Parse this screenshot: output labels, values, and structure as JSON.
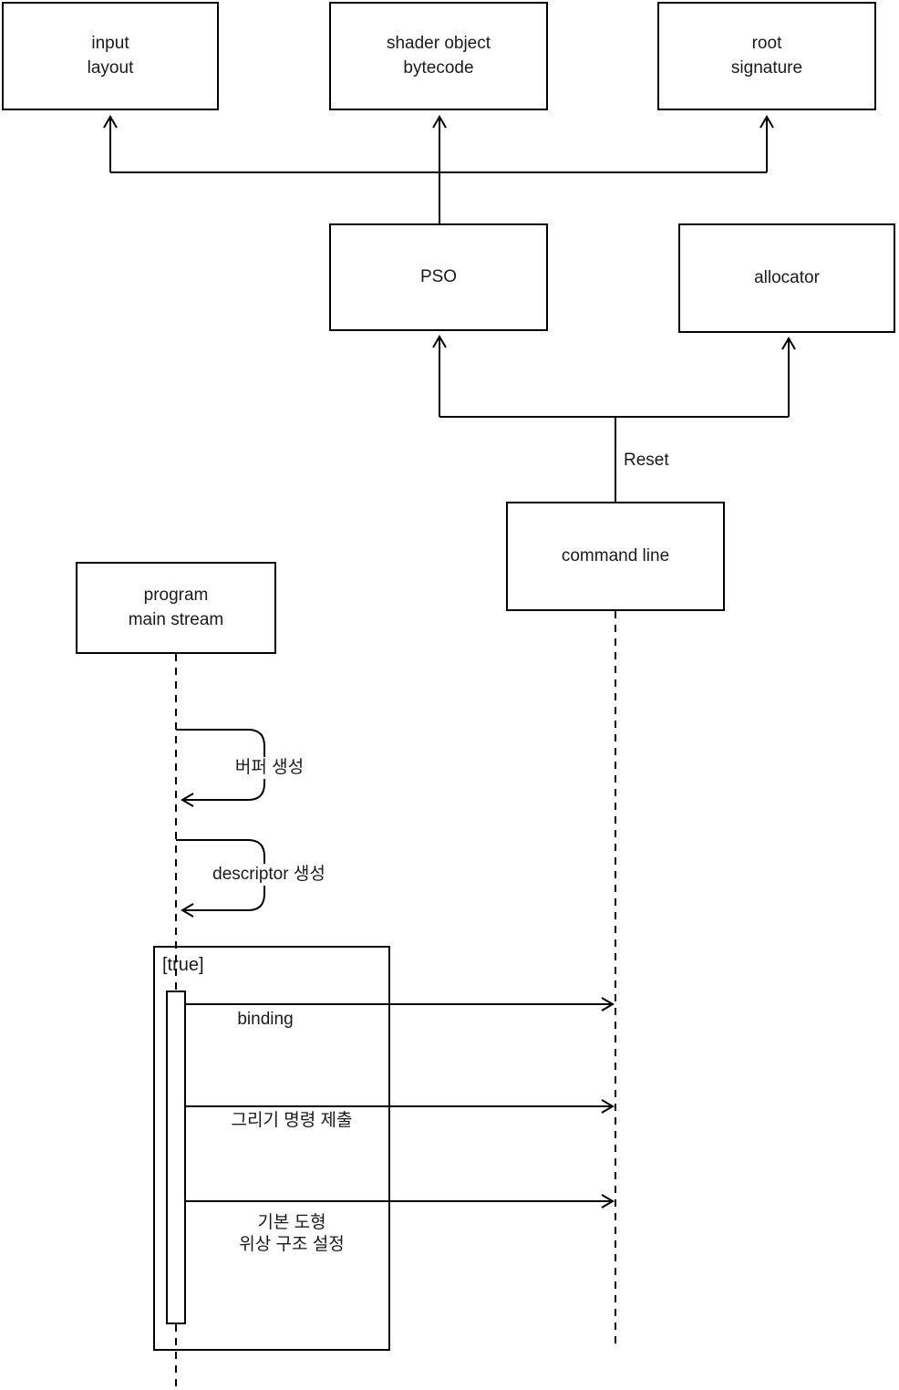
{
  "diagram": {
    "title_hint": "DirectX command list initialization / render loop diagram",
    "boxes": {
      "input_layout": {
        "label": "input\nlayout"
      },
      "shader_bytecode": {
        "label": "shader object\nbytecode"
      },
      "root_signature": {
        "label": "root\nsignature"
      },
      "pso": {
        "label": "PSO"
      },
      "allocator": {
        "label": "allocator"
      },
      "command_line": {
        "label": "command line"
      },
      "program_main_stream": {
        "label": "program\nmain stream"
      }
    },
    "edge_labels": {
      "reset": "Reset"
    },
    "self_messages": {
      "buffer_create": "버퍼 생성",
      "descriptor_create": "descriptor 생성"
    },
    "loop_frame": {
      "guard": "[true]"
    },
    "messages": {
      "binding": "binding",
      "draw_command_submit": "그리기 명령 제출",
      "primitive_topology": "기본 도형\n위상 구조 설정"
    },
    "colors": {
      "stroke": "#000000",
      "background": "#ffffff",
      "text": "#1a1a1a"
    }
  }
}
